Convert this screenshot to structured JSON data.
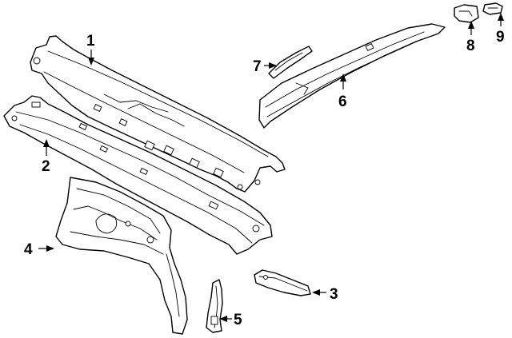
{
  "diagram": {
    "callouts": [
      {
        "id": "1",
        "label": "1"
      },
      {
        "id": "2",
        "label": "2"
      },
      {
        "id": "3",
        "label": "3"
      },
      {
        "id": "4",
        "label": "4"
      },
      {
        "id": "5",
        "label": "5"
      },
      {
        "id": "6",
        "label": "6"
      },
      {
        "id": "7",
        "label": "7"
      },
      {
        "id": "8",
        "label": "8"
      },
      {
        "id": "9",
        "label": "9"
      }
    ],
    "line_color": "#000000",
    "background": "#ffffff"
  }
}
